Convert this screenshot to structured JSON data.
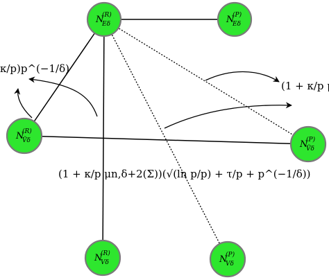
{
  "nodes": [
    {
      "id": "er",
      "main": "N",
      "sup": "(R)",
      "sub": "Eδ"
    },
    {
      "id": "ep",
      "main": "N",
      "sup": "(P)",
      "sub": "Eδ"
    },
    {
      "id": "vr_left",
      "main": "N",
      "sup": "(R)",
      "sub": "Ṽδ"
    },
    {
      "id": "vp_right",
      "main": "N",
      "sup": "(P)",
      "sub": "Ṽδ"
    },
    {
      "id": "vr_bottom",
      "main": "N",
      "sup": "(R)",
      "sub": "Vδ"
    },
    {
      "id": "vp_bottom",
      "main": "N",
      "sup": "(P)",
      "sub": "Vδ"
    }
  ],
  "annotations": {
    "top_left": "κ/p)p^(−1/δ)",
    "top_right": "(1 + κ/p μ",
    "middle": "(1 + κ/p μn,δ+2(Σ))(√(ln p/p) + τ/p + p^(−1/δ))"
  },
  "colors": {
    "node_fill": "#2ee62e",
    "node_stroke": "#7a7a7a"
  }
}
